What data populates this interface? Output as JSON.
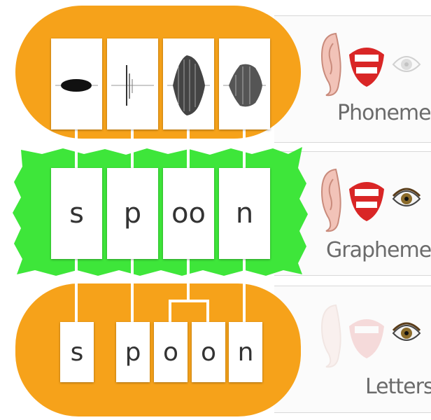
{
  "rows": {
    "phonemes": {
      "label": "Phonemes"
    },
    "graphemes": {
      "label": "Graphemes",
      "tiles": [
        "s",
        "p",
        "oo",
        "n"
      ]
    },
    "letters": {
      "label": "Letters",
      "tiles": [
        "s",
        "p",
        "o",
        "o",
        "n"
      ]
    }
  },
  "colors": {
    "bun": "#F6A21A",
    "lettuce": "#3EE63A",
    "tile": "#FFFFFF",
    "text": "#333333",
    "label": "#6B6B6B"
  },
  "senses": {
    "phonemes": [
      "ear",
      "mouth",
      "eye-faded"
    ],
    "graphemes": [
      "ear",
      "mouth",
      "eye"
    ],
    "letters": [
      "ear-faded",
      "mouth-faded",
      "eye"
    ]
  }
}
